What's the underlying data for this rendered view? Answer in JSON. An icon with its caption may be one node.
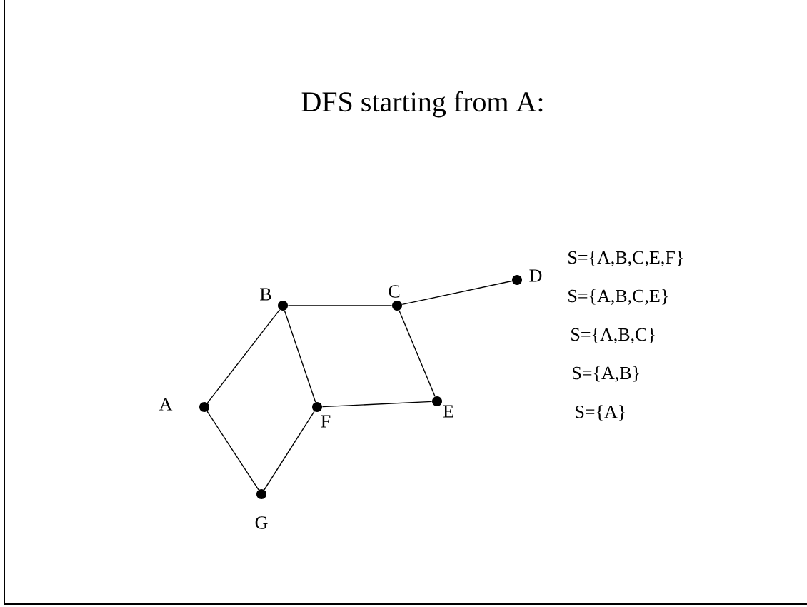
{
  "diagram": {
    "title": "DFS starting from A:",
    "nodes": [
      {
        "text": [],
        "shape": "circle",
        "beside": [
          "A"
        ]
      },
      {
        "text": [],
        "shape": "circle",
        "beside": [
          "B"
        ]
      },
      {
        "text": [],
        "shape": "circle",
        "beside": [
          "C"
        ]
      },
      {
        "text": [],
        "shape": "circle",
        "beside": [
          "D"
        ]
      },
      {
        "text": [],
        "shape": "circle",
        "beside": [
          "E"
        ]
      },
      {
        "text": [],
        "shape": "circle",
        "beside": [
          "F"
        ]
      },
      {
        "text": [],
        "shape": "circle",
        "beside": [
          "G"
        ]
      }
    ],
    "edges": [
      {
        "from": 0,
        "to": 1,
        "arrow": "none"
      },
      {
        "from": 1,
        "to": 2,
        "arrow": "none"
      },
      {
        "from": 2,
        "to": 3,
        "arrow": "none"
      },
      {
        "from": 1,
        "to": 5,
        "arrow": "none"
      },
      {
        "from": 2,
        "to": 4,
        "arrow": "none"
      },
      {
        "from": 5,
        "to": 4,
        "arrow": "none"
      },
      {
        "from": 0,
        "to": 6,
        "arrow": "none"
      },
      {
        "from": 6,
        "to": 5,
        "arrow": "none"
      }
    ],
    "labels": [
      "S={A,B,C,E,F}",
      "S={A,B,C,E}",
      "S={A,B,C}",
      "S={A,B}",
      "S={A}"
    ]
  }
}
